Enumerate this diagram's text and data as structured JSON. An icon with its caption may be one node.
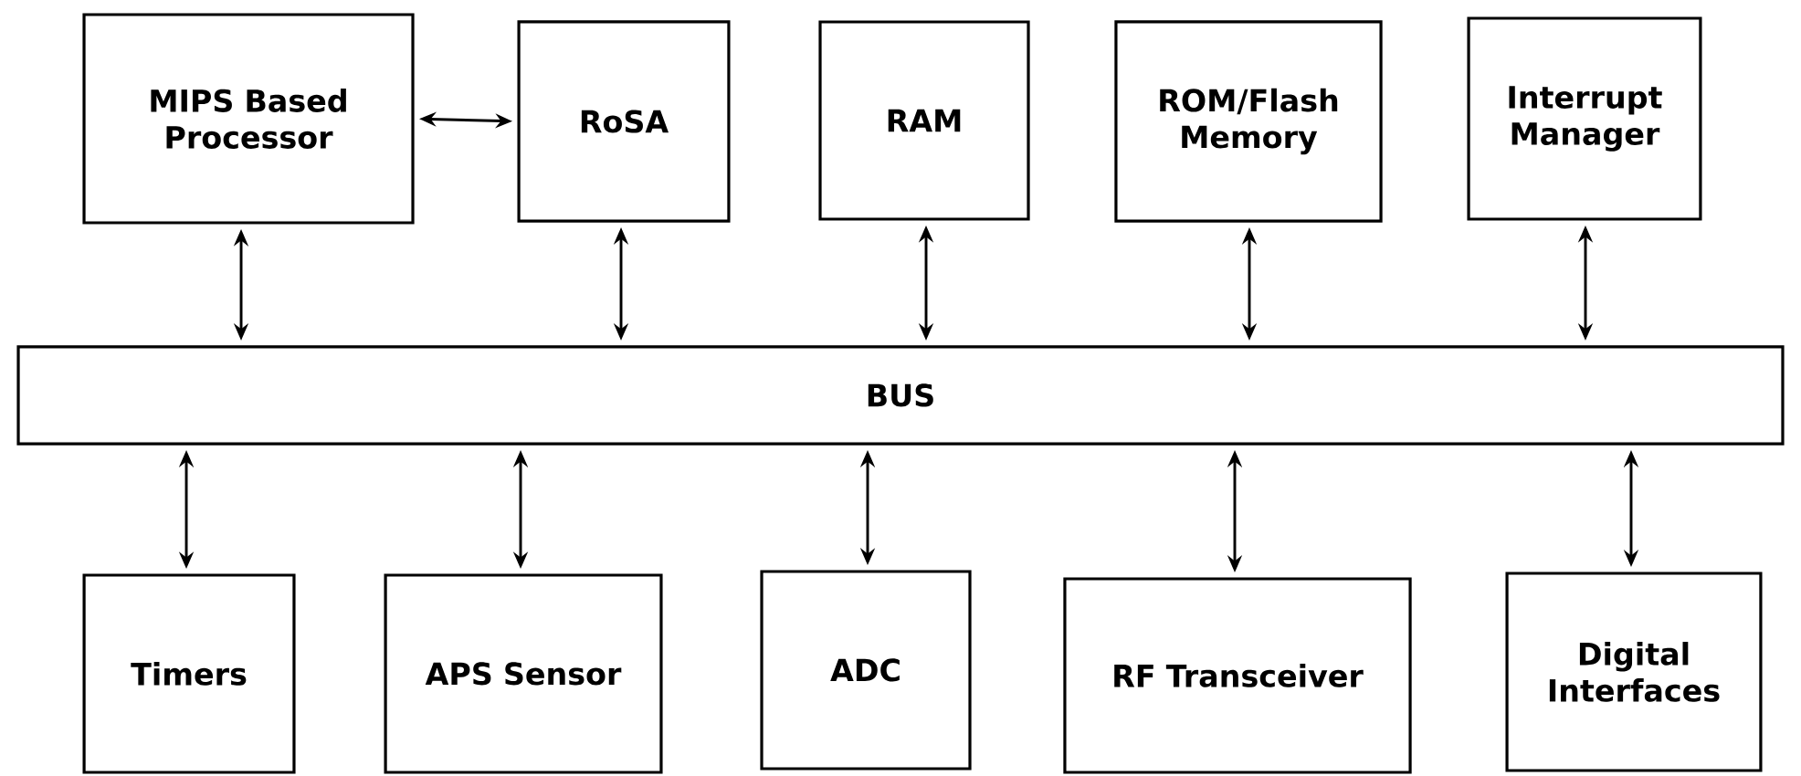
{
  "diagram": {
    "nodes": [
      {
        "text": [
          "MIPS Based Processor"
        ]
      },
      {
        "text": [
          "RoSA"
        ]
      },
      {
        "text": [
          "RAM"
        ]
      },
      {
        "text": [
          "ROM/Flash Memory"
        ]
      },
      {
        "text": [
          "Interrupt Manager"
        ]
      },
      {
        "text": [
          "BUS"
        ]
      },
      {
        "text": [
          "Timers"
        ]
      },
      {
        "text": [
          "APS Sensor"
        ]
      },
      {
        "text": [
          "ADC"
        ]
      },
      {
        "text": [
          "RF Transceiver"
        ]
      },
      {
        "text": [
          "Digital Interfaces"
        ]
      }
    ],
    "edges": [
      {
        "from": 0,
        "to": 1,
        "arrow": "both"
      },
      {
        "from": 0,
        "to": 5,
        "arrow": "both"
      },
      {
        "from": 1,
        "to": 5,
        "arrow": "both"
      },
      {
        "from": 2,
        "to": 5,
        "arrow": "both"
      },
      {
        "from": 3,
        "to": 5,
        "arrow": "both"
      },
      {
        "from": 4,
        "to": 5,
        "arrow": "both"
      },
      {
        "from": 5,
        "to": 6,
        "arrow": "both"
      },
      {
        "from": 5,
        "to": 7,
        "arrow": "both"
      },
      {
        "from": 5,
        "to": 8,
        "arrow": "both"
      },
      {
        "from": 5,
        "to": 9,
        "arrow": "both"
      },
      {
        "from": 5,
        "to": 10,
        "arrow": "both"
      }
    ]
  }
}
